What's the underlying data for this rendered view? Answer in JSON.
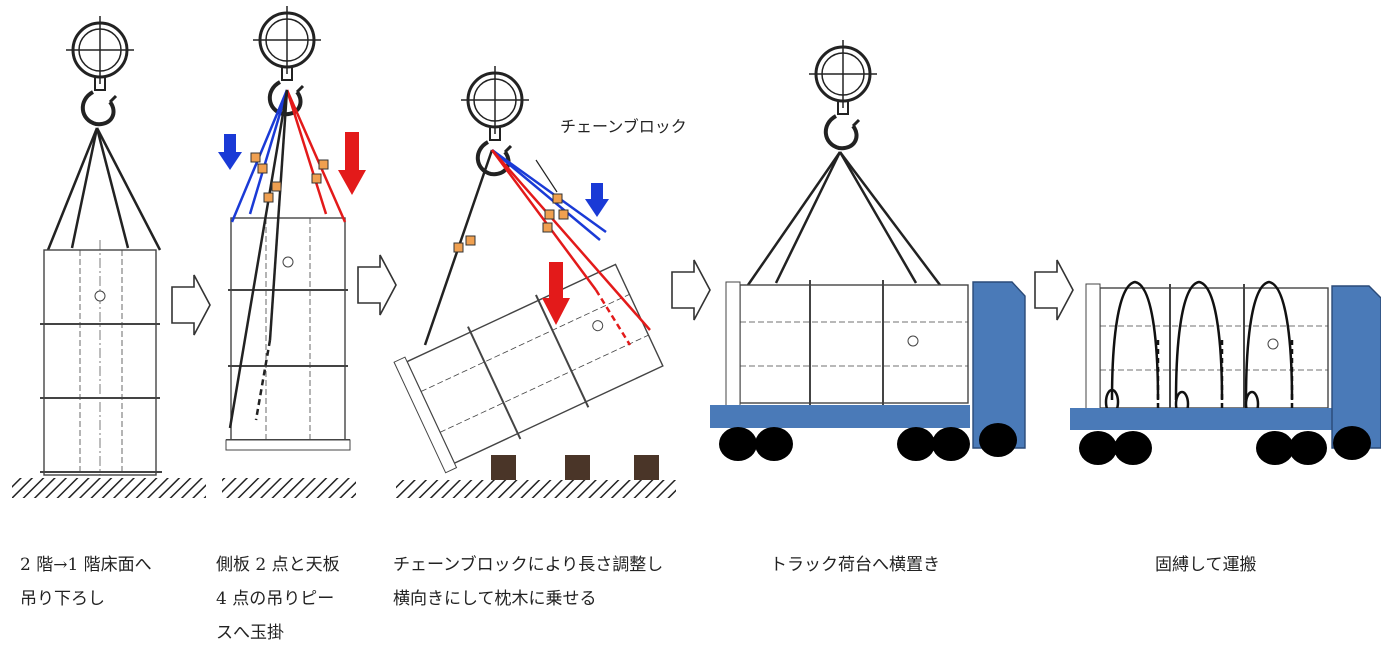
{
  "steps": [
    {
      "caption": "2 階→1 階床面へ\n吊り下ろし"
    },
    {
      "caption": "側板 2 点と天板\n4 点の吊りピー\nスへ玉掛"
    },
    {
      "caption": "チェーンブロックにより長さ調整し\n横向きにして枕木に乗せる"
    },
    {
      "caption": "トラック荷台へ横置き"
    },
    {
      "caption": "固縛して運搬"
    }
  ],
  "labels": {
    "chain_block": "チェーンブロック"
  },
  "colors": {
    "truck": "#4a7ab8",
    "down_arrow_blue": "#1a3ad6",
    "down_arrow_red": "#e31a1a",
    "chain_block_marker": "#f0a050",
    "wood_block": "#4a3528",
    "outline": "#222222"
  },
  "icons": [
    "crane-hook-icon",
    "step-arrow-icon",
    "down-arrow-icon",
    "wheel-icon"
  ]
}
